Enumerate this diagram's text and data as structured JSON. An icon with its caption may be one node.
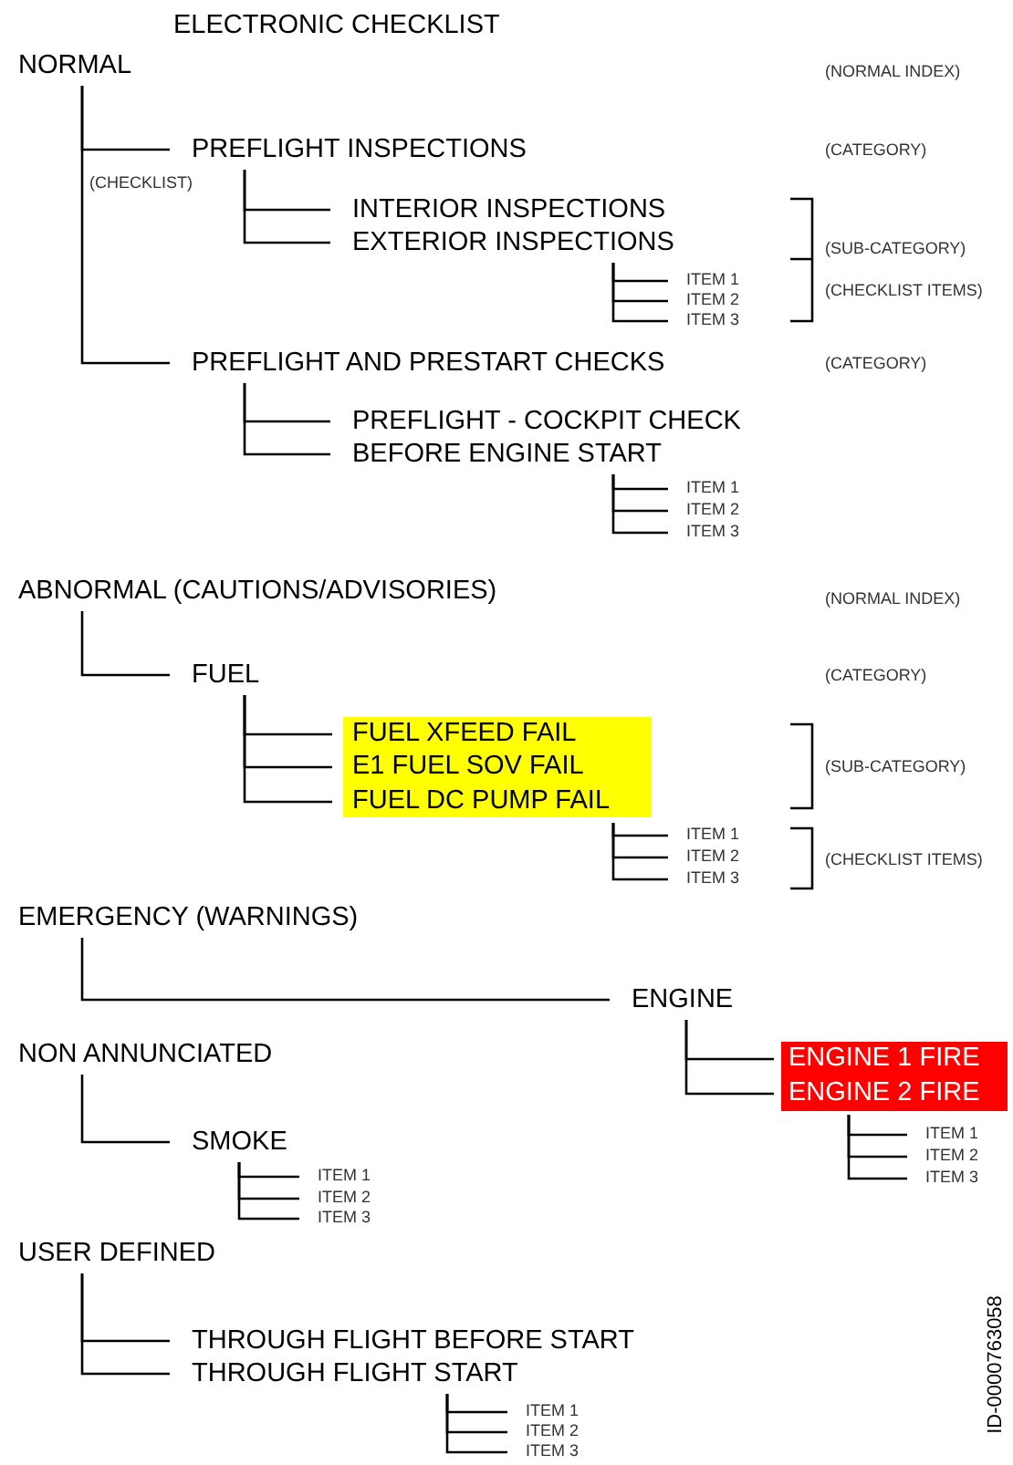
{
  "diagram": {
    "title": "ELECTRONIC CHECKLIST",
    "nodes": [
      {
        "text": [
          "NORMAL"
        ]
      },
      {
        "text": [
          "PREFLIGHT INSPECTIONS"
        ]
      },
      {
        "text": [
          "INTERIOR INSPECTIONS"
        ]
      },
      {
        "text": [
          "EXTERIOR INSPECTIONS"
        ]
      },
      {
        "text": [
          "ITEM 1"
        ]
      },
      {
        "text": [
          "ITEM 2"
        ]
      },
      {
        "text": [
          "ITEM 3"
        ]
      },
      {
        "text": [
          "PREFLIGHT AND PRESTART CHECKS"
        ]
      },
      {
        "text": [
          "PREFLIGHT - COCKPIT CHECK"
        ]
      },
      {
        "text": [
          "BEFORE ENGINE START"
        ]
      },
      {
        "text": [
          "ITEM 1"
        ]
      },
      {
        "text": [
          "ITEM 2"
        ]
      },
      {
        "text": [
          "ITEM 3"
        ]
      },
      {
        "text": [
          "ABNORMAL (CAUTIONS/ADVISORIES)"
        ]
      },
      {
        "text": [
          "FUEL"
        ]
      },
      {
        "text": [
          "FUEL XFEED FAIL"
        ]
      },
      {
        "text": [
          "E1 FUEL SOV FAIL"
        ]
      },
      {
        "text": [
          "FUEL DC PUMP FAIL"
        ]
      },
      {
        "text": [
          "ITEM 1"
        ]
      },
      {
        "text": [
          "ITEM 2"
        ]
      },
      {
        "text": [
          "ITEM 3"
        ]
      },
      {
        "text": [
          "EMERGENCY (WARNINGS)"
        ]
      },
      {
        "text": [
          "ENGINE"
        ]
      },
      {
        "text": [
          "ENGINE 1 FIRE"
        ]
      },
      {
        "text": [
          "ENGINE 2 FIRE"
        ]
      },
      {
        "text": [
          "ITEM 1"
        ]
      },
      {
        "text": [
          "ITEM 2"
        ]
      },
      {
        "text": [
          "ITEM 3"
        ]
      },
      {
        "text": [
          "NON ANNUNCIATED"
        ]
      },
      {
        "text": [
          "SMOKE"
        ]
      },
      {
        "text": [
          "ITEM 1"
        ]
      },
      {
        "text": [
          "ITEM 2"
        ]
      },
      {
        "text": [
          "ITEM 3"
        ]
      },
      {
        "text": [
          "USER DEFINED"
        ]
      },
      {
        "text": [
          "THROUGH FLIGHT BEFORE START"
        ]
      },
      {
        "text": [
          "THROUGH FLIGHT START"
        ]
      },
      {
        "text": [
          "ITEM 1"
        ]
      },
      {
        "text": [
          "ITEM 2"
        ]
      },
      {
        "text": [
          "ITEM 3"
        ]
      }
    ],
    "edges": [
      {
        "from": 0,
        "to": 1,
        "arrow": "none"
      },
      {
        "from": 0,
        "to": 7,
        "arrow": "none"
      },
      {
        "from": 1,
        "to": 2,
        "arrow": "none"
      },
      {
        "from": 1,
        "to": 3,
        "arrow": "none"
      },
      {
        "from": 3,
        "to": 4,
        "arrow": "none"
      },
      {
        "from": 3,
        "to": 5,
        "arrow": "none"
      },
      {
        "from": 3,
        "to": 6,
        "arrow": "none"
      },
      {
        "from": 7,
        "to": 8,
        "arrow": "none"
      },
      {
        "from": 7,
        "to": 9,
        "arrow": "none"
      },
      {
        "from": 9,
        "to": 10,
        "arrow": "none"
      },
      {
        "from": 9,
        "to": 11,
        "arrow": "none"
      },
      {
        "from": 9,
        "to": 12,
        "arrow": "none"
      },
      {
        "from": 13,
        "to": 14,
        "arrow": "none"
      },
      {
        "from": 14,
        "to": 15,
        "arrow": "none"
      },
      {
        "from": 14,
        "to": 16,
        "arrow": "none"
      },
      {
        "from": 14,
        "to": 17,
        "arrow": "none"
      },
      {
        "from": 17,
        "to": 18,
        "arrow": "none"
      },
      {
        "from": 17,
        "to": 19,
        "arrow": "none"
      },
      {
        "from": 17,
        "to": 20,
        "arrow": "none"
      },
      {
        "from": 21,
        "to": 22,
        "arrow": "none"
      },
      {
        "from": 22,
        "to": 23,
        "arrow": "none"
      },
      {
        "from": 22,
        "to": 24,
        "arrow": "none"
      },
      {
        "from": 24,
        "to": 25,
        "arrow": "none"
      },
      {
        "from": 24,
        "to": 26,
        "arrow": "none"
      },
      {
        "from": 24,
        "to": 27,
        "arrow": "none"
      },
      {
        "from": 28,
        "to": 29,
        "arrow": "none"
      },
      {
        "from": 29,
        "to": 30,
        "arrow": "none"
      },
      {
        "from": 29,
        "to": 31,
        "arrow": "none"
      },
      {
        "from": 29,
        "to": 32,
        "arrow": "none"
      },
      {
        "from": 33,
        "to": 34,
        "arrow": "none"
      },
      {
        "from": 33,
        "to": 35,
        "arrow": "none"
      },
      {
        "from": 35,
        "to": 36,
        "arrow": "none"
      },
      {
        "from": 35,
        "to": 37,
        "arrow": "none"
      },
      {
        "from": 35,
        "to": 38,
        "arrow": "none"
      }
    ],
    "labels": [
      "(NORMAL INDEX)",
      "(CATEGORY)",
      "(CHECKLIST)",
      "(SUB-CATEGORY)",
      "(CHECKLIST ITEMS)",
      "(CATEGORY)",
      "(NORMAL INDEX)",
      "(CATEGORY)",
      "(SUB-CATEGORY)",
      "(CHECKLIST ITEMS)",
      "ID-0000763058"
    ]
  }
}
